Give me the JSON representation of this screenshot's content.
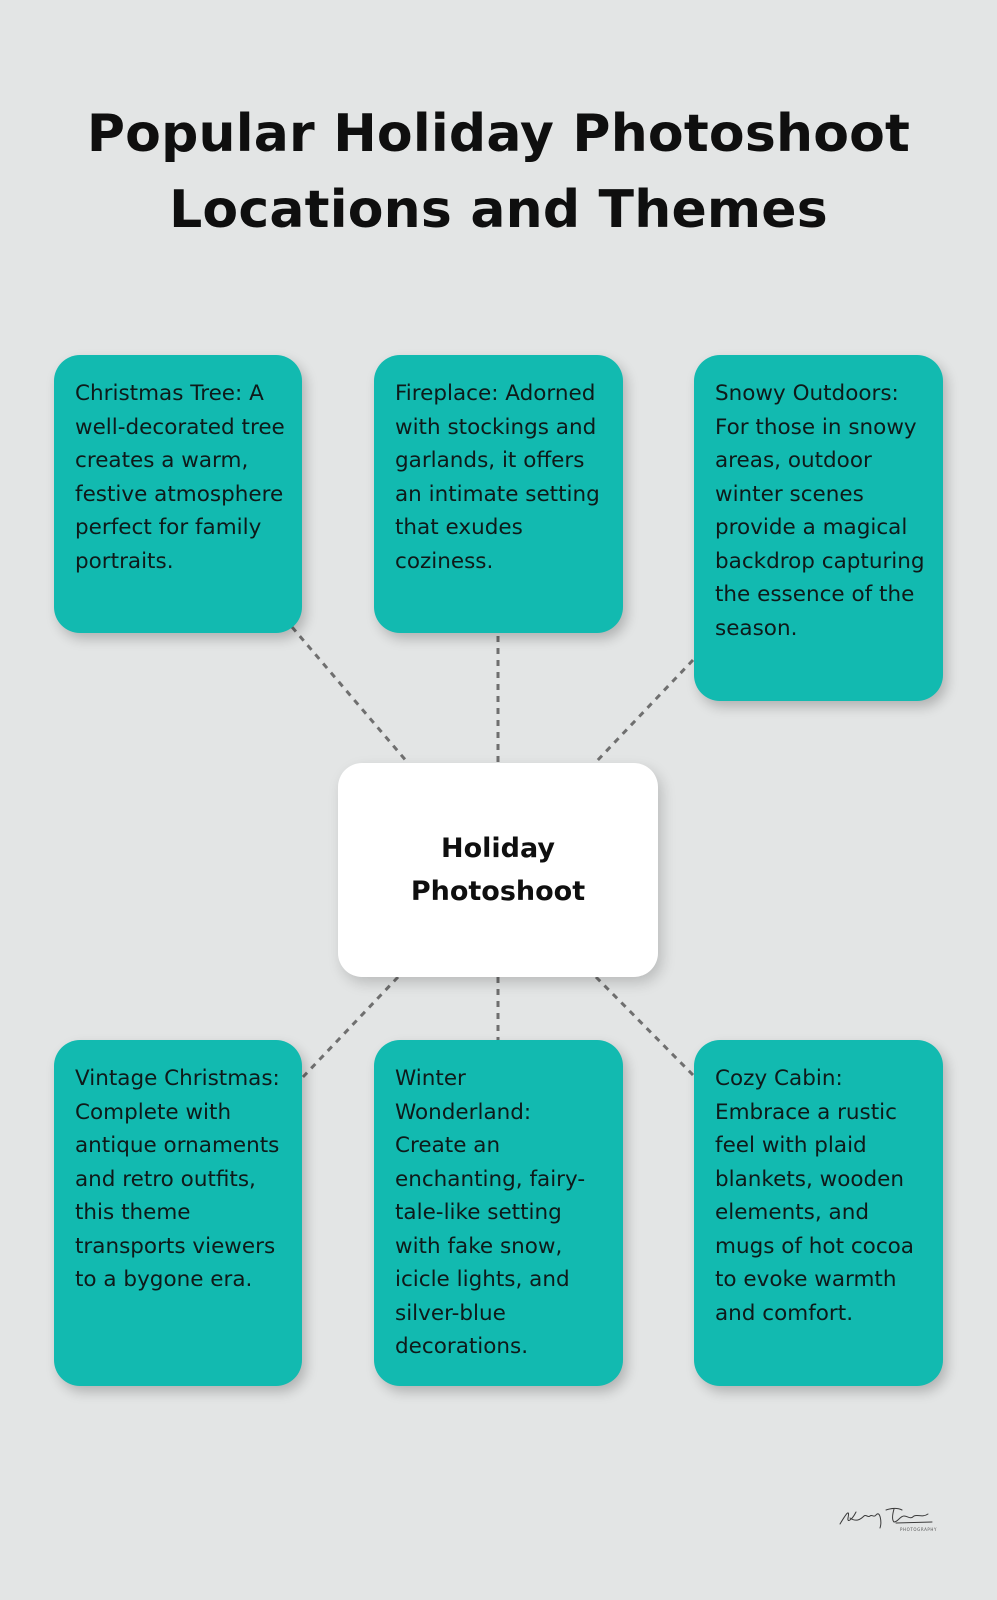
{
  "header": {
    "title_line1": "Popular Holiday Photoshoot",
    "title_line2": "Locations and Themes"
  },
  "center": {
    "line1": "Holiday",
    "line2": "Photoshoot"
  },
  "nodes": [
    "Christmas Tree: A well-decorated tree creates a warm, festive atmosphere perfect for family portraits.",
    "Fireplace: Adorned with stockings and garlands, it offers an intimate setting that exudes coziness.",
    "Snowy Outdoors: For those in snowy areas, outdoor winter scenes provide a magical backdrop capturing the essence of the season.",
    "Vintage Christmas: Complete with antique ornaments and retro outfits, this theme transports viewers to a bygone era.",
    "Winter Wonderland: Create an enchanting, fairy-tale-like setting with fake snow, icicle lights, and silver-blue decorations.",
    "Cozy Cabin: Embrace a rustic feel with plaid blankets, wooden elements, and mugs of hot cocoa to evoke warmth and comfort."
  ],
  "colors": {
    "background": "#e3e5e5",
    "node_fill": "#12bab0",
    "center_fill": "#ffffff",
    "connector": "#6f6f6f"
  }
}
